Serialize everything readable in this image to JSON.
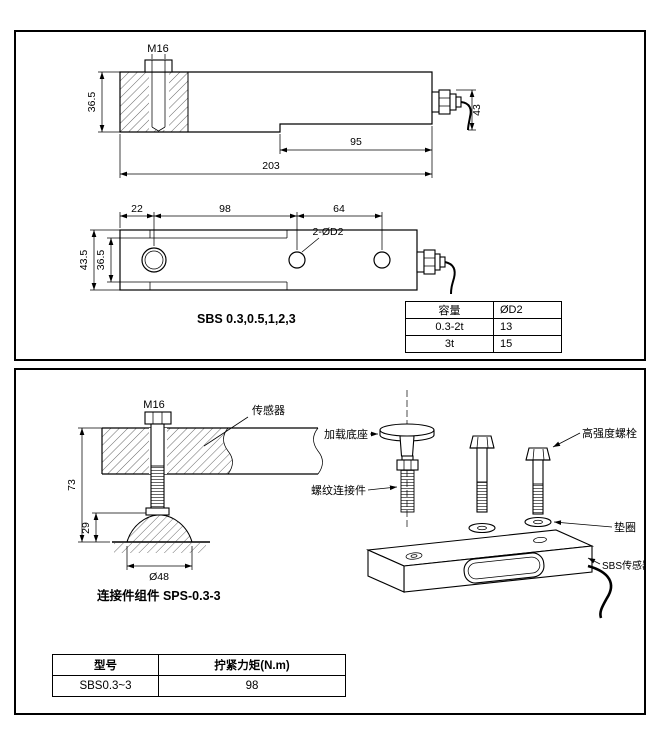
{
  "top_panel": {
    "side_view": {
      "thread_label": "M16",
      "dim_height": "36.5",
      "dim_step": "95",
      "dim_total": "203",
      "dim_connector": "43"
    },
    "plan_view": {
      "dim_a": "22",
      "dim_b": "98",
      "dim_c": "64",
      "dim_outer": "43.5",
      "dim_inner": "36.5",
      "holes_label": "2-ØD2"
    },
    "caption": "SBS 0.3,0.5,1,2,3",
    "spec_table": {
      "headers": [
        "容量",
        "ØD2"
      ],
      "rows": [
        [
          "0.3-2t",
          "13"
        ],
        [
          "3t",
          "15"
        ]
      ]
    }
  },
  "bottom_panel": {
    "mount_view": {
      "thread_label": "M16",
      "sensor_label": "传感器",
      "dim_height": "73",
      "dim_foot": "29",
      "dim_base": "Ø48"
    },
    "caption": "连接件组件 SPS-0.3-3",
    "exploded_view": {
      "loading_base_label": "加载底座",
      "threaded_connector_label": "螺纹连接件",
      "bolt_label": "高强度螺栓",
      "washer_label": "垫圈",
      "sensor_label": "SBS传感器"
    },
    "torque_table": {
      "headers": [
        "型号",
        "拧紧力矩(N.m)"
      ],
      "rows": [
        [
          "SBS0.3~3",
          "98"
        ]
      ]
    }
  }
}
